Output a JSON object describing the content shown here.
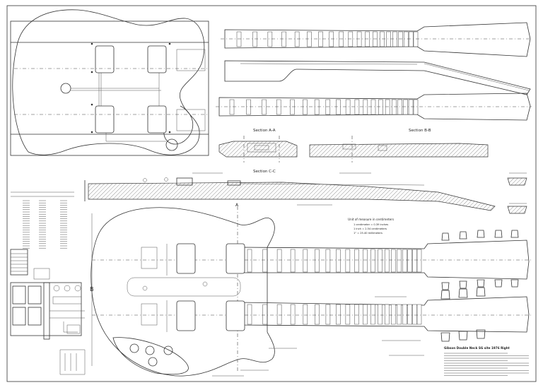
{
  "sections": {
    "aa": "Section A-A",
    "bb": "Section B-B",
    "cc": "Section C-C"
  },
  "units": {
    "title": "Unit of measure in centimeters",
    "line1": "1 centimeter = 0.39 inches",
    "line2": "1 inch = 2.54 centimeters",
    "line3": "1\" = 25.40 millimeters"
  },
  "plan_title": "Gibson Double Neck SG site 1976 Right",
  "dim_a": "A",
  "dim_b": "B"
}
